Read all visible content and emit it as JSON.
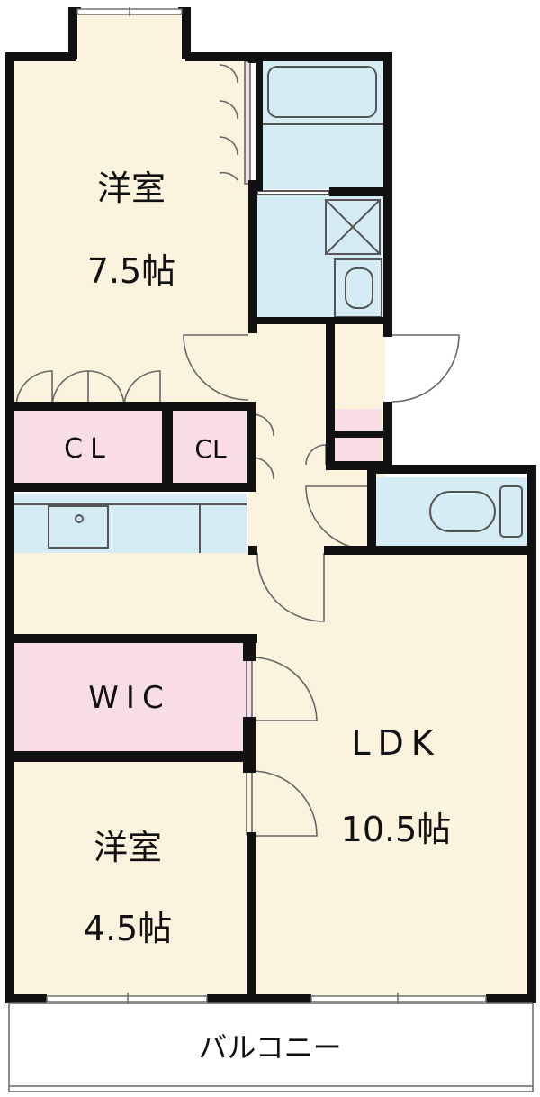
{
  "rooms": {
    "western_room_large": {
      "name": "洋室",
      "size": "7.5帖"
    },
    "closet_left": {
      "name": "CL"
    },
    "closet_right": {
      "name": "CL"
    },
    "walk_in_closet": {
      "name": "WIC"
    },
    "ldk": {
      "name": "LDK",
      "size": "10.5帖"
    },
    "western_room_small": {
      "name": "洋室",
      "size": "4.5帖"
    },
    "balcony": {
      "name": "バルコニー"
    }
  },
  "colors": {
    "room_floor": "#fbf3de",
    "storage": "#f8dce6",
    "wet_area": "#d6ecf4",
    "wall": "#111111",
    "fixture_line": "#555555"
  }
}
